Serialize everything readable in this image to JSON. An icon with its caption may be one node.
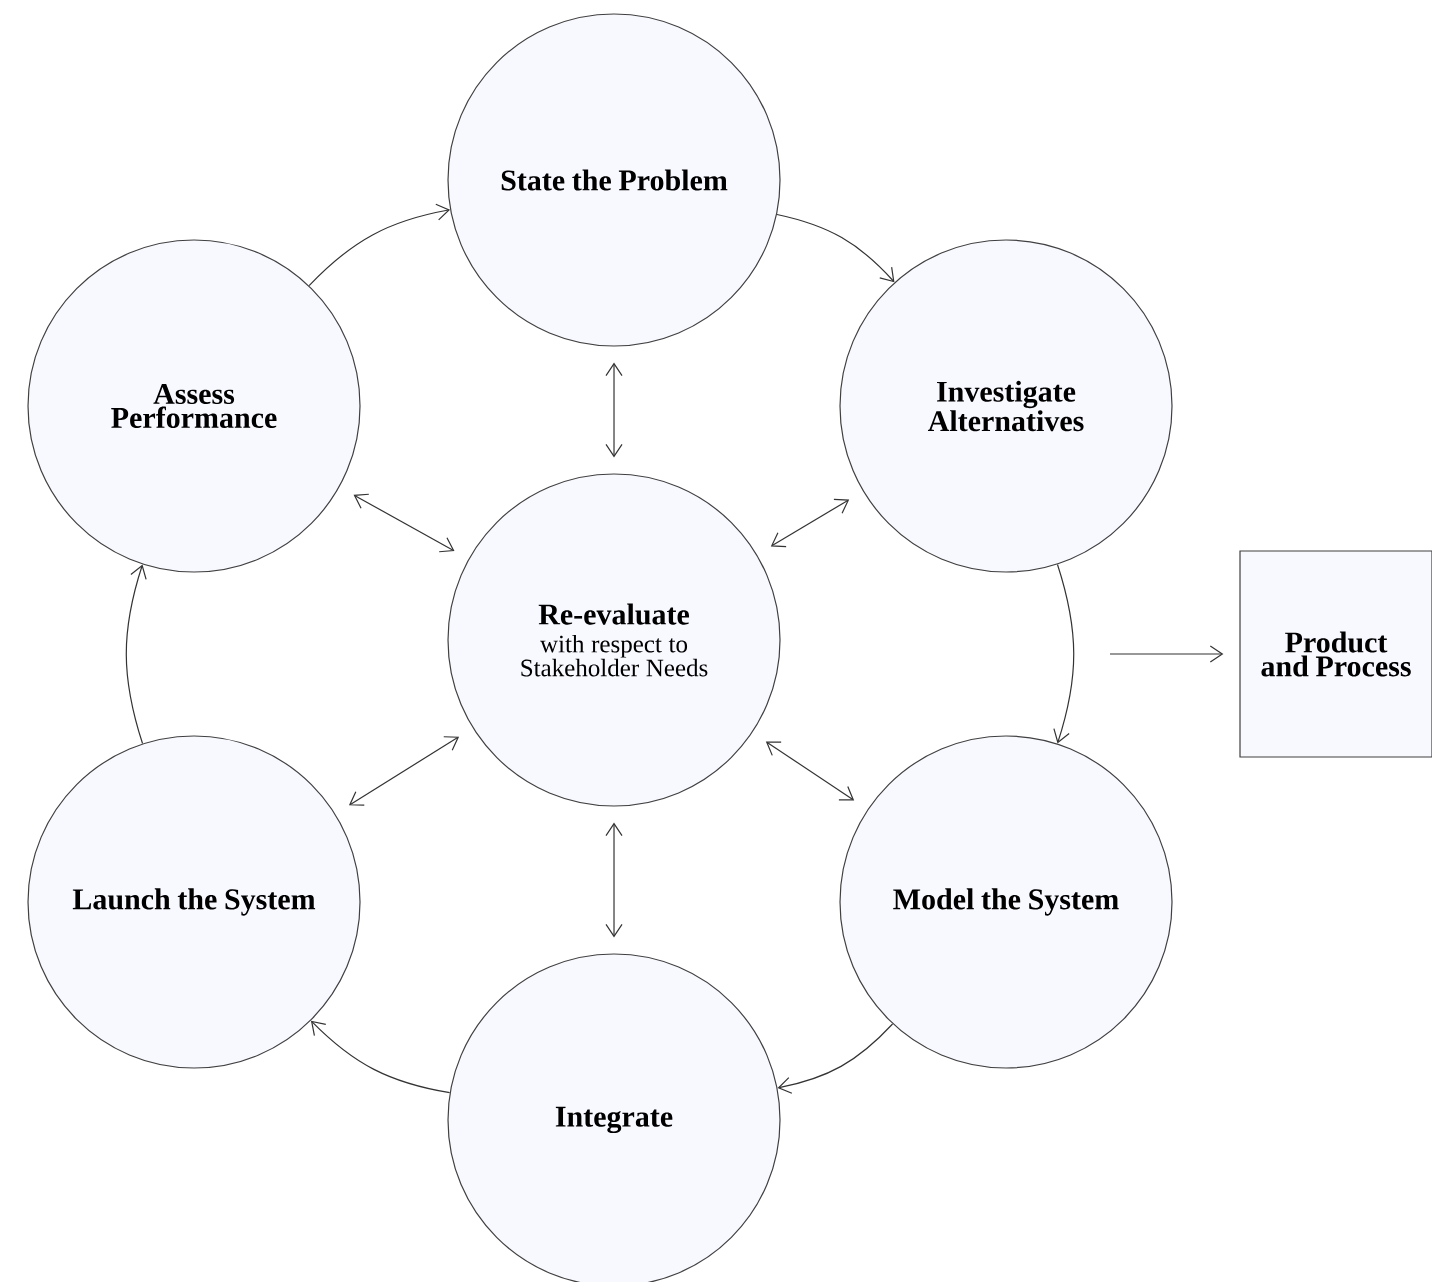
{
  "diagram": {
    "nodes": [
      {
        "text": [
          "State the Problem"
        ]
      },
      {
        "text": [
          "Assess Performance"
        ]
      },
      {
        "text": [
          "Investigate Alternatives"
        ]
      },
      {
        "text": [
          "Re-evaluate",
          "with respect to Stakeholder Needs"
        ]
      },
      {
        "text": [
          "Product and Process"
        ]
      },
      {
        "text": [
          "Launch the System"
        ]
      },
      {
        "text": [
          "Model the System"
        ]
      },
      {
        "text": [
          "Integrate"
        ]
      }
    ],
    "edges": [
      {
        "from": 1,
        "to": 0,
        "arrow": "to"
      },
      {
        "from": 0,
        "to": 2,
        "arrow": "to"
      },
      {
        "from": 2,
        "to": 6,
        "arrow": "to"
      },
      {
        "from": 6,
        "to": 7,
        "arrow": "to"
      },
      {
        "from": 7,
        "to": 5,
        "arrow": "to"
      },
      {
        "from": 5,
        "to": 1,
        "arrow": "to"
      },
      {
        "from": 3,
        "to": 0,
        "arrow": "both"
      },
      {
        "from": 3,
        "to": 2,
        "arrow": "both"
      },
      {
        "from": 3,
        "to": 6,
        "arrow": "both"
      },
      {
        "from": 3,
        "to": 7,
        "arrow": "both"
      },
      {
        "from": 3,
        "to": 5,
        "arrow": "both"
      },
      {
        "from": 3,
        "to": 1,
        "arrow": "both"
      },
      {
        "from": null,
        "to": 4,
        "arrow": "to"
      }
    ]
  }
}
